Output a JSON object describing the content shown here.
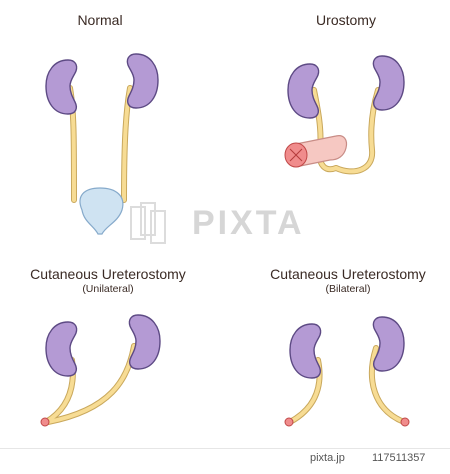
{
  "panels": {
    "normal": {
      "title": "Normal"
    },
    "urostomy": {
      "title": "Urostomy"
    },
    "cutaneous_unilateral": {
      "title": "Cutaneous Ureterostomy",
      "subtitle": "(Unilateral)"
    },
    "cutaneous_bilateral": {
      "title": "Cutaneous Ureterostomy",
      "subtitle": "(Bilateral)"
    }
  },
  "watermark": {
    "text": "PIXTA"
  },
  "credit": {
    "site": "pixta.jp",
    "id": "117511357"
  },
  "colors": {
    "kidney": "#b49ad4",
    "kidney_outline": "#5d4a84",
    "ureter": "#f7dc94",
    "ureter_outline": "#c9a85c",
    "bladder": "#cfe3f2",
    "bladder_outline": "#86aacb",
    "stoma": "#f08c8c",
    "stoma_outline": "#c04848",
    "intestine": "#f6c8c2",
    "intestine_outline": "#c88c86"
  }
}
